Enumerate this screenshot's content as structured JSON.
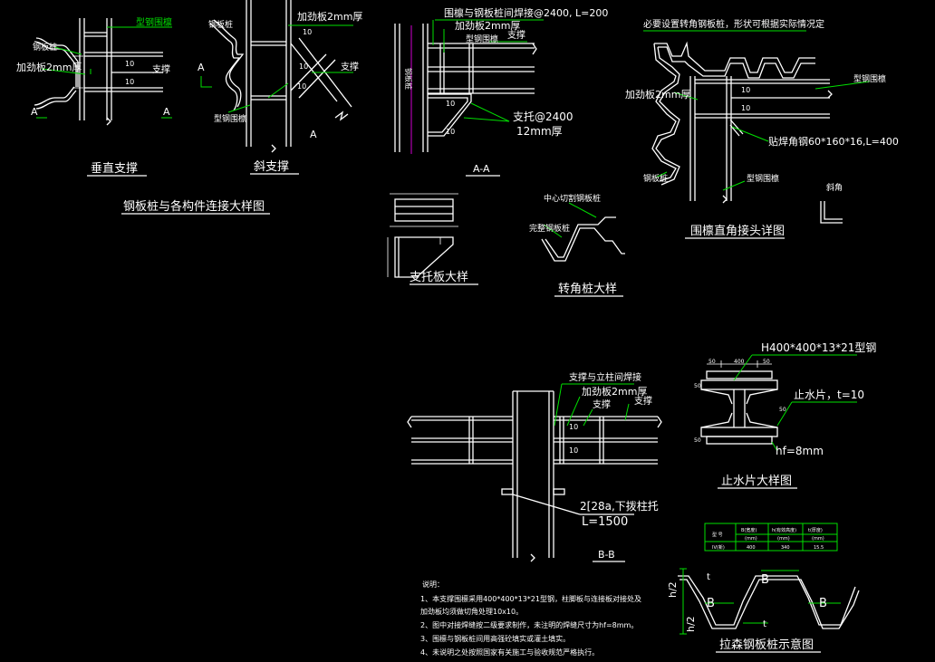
{
  "titles": {
    "vertical_brace": "垂直支撑",
    "diagonal_brace": "斜支撑",
    "section_aa": "A-A",
    "group_title": "钢板桩与各构件连接大样图",
    "bracket_plate": "支托板大样",
    "corner_pile": "转角桩大样",
    "purlin_corner": "围檩直角接头详图",
    "section_bb": "B-B",
    "waterstop": "止水片大样图",
    "larssen": "拉森钢板桩示意图"
  },
  "labels": {
    "steel_purlin": "型钢围檩",
    "sheet_pile": "钢板桩",
    "stiffener_2mm": "加劲板2mm厚",
    "brace": "支撑",
    "section_mark": "A",
    "weld_10": "10",
    "purlin_pile_weld": "围檩与钢板桩间焊接@2400, L=200",
    "bracket_2400": "支托@2400",
    "plate_12mm": "12mm厚",
    "vertical_text": "钢板桩",
    "mid_corner_pile": "中心切割钢板桩",
    "complete_pile": "完整钢板桩",
    "corner_note": "必要设置转角钢板桩，形状可根据实际情况定",
    "angle_steel": "贴焊角钢60*160*16,L=400",
    "diag_angle": "斜角",
    "brace_column_weld": "支撑与立柱间焊接",
    "channel": "2[28a,下拨柱托",
    "length_1500": "L=1500",
    "h_section": "H400*400*13*21型钢",
    "waterstop_t": "止水片，t=10",
    "hf8": "hf=8mm",
    "dim_50": "50",
    "dim_400": "400",
    "dim_b": "B",
    "dim_t": "t",
    "dim_h2": "h/2",
    "dim_h": "h/2"
  },
  "pile_table": {
    "headers": [
      "型 号",
      "B(宽度)",
      "h(有效高度)",
      "t(厚度)"
    ],
    "units": [
      "",
      "(mm)",
      "(mm)",
      "(mm)"
    ],
    "rows": [
      [
        "IV(新)",
        "400",
        "340",
        "15.5"
      ]
    ]
  },
  "notes": {
    "heading": "说明：",
    "items": [
      "1、本支撑围檩采用400*400*13*21型钢，柱脚板与连接板对接处及",
      "   加劲板均须做切角处理10x10。",
      "2、图中对接焊缝按二级要求制作，未注明的焊缝尺寸为hf=8mm。",
      "3、围檩与钢板桩间用高强砼填实或灌土填实。",
      "4、未说明之处按照国家有关施工与验收规范严格执行。"
    ]
  },
  "colors": {
    "background": "#000000",
    "line": "#ffffff",
    "leader": "#00e000",
    "axis": "#d000d0"
  }
}
